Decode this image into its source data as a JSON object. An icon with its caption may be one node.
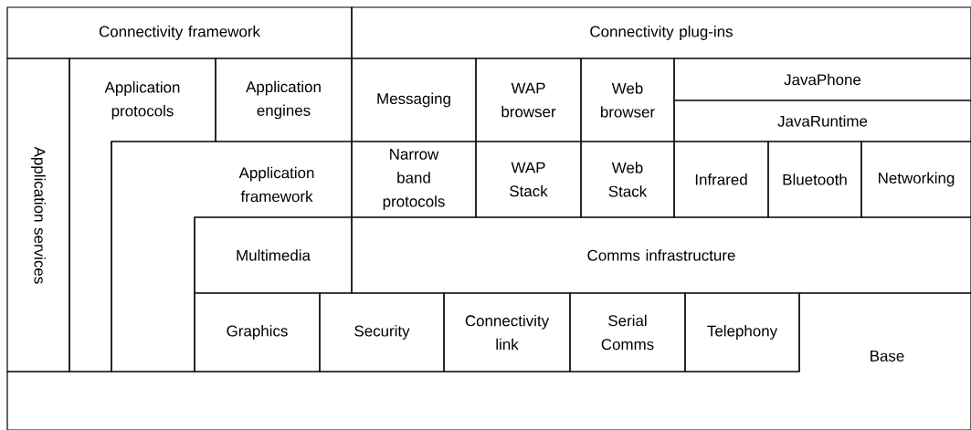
{
  "diagram": {
    "nodes": [
      {
        "text": [
          "Connectivity framework"
        ]
      },
      {
        "text": [
          "Connectivity plug-ins"
        ]
      },
      {
        "text": [
          "Application services"
        ]
      },
      {
        "text": [
          "Application protocols"
        ]
      },
      {
        "text": [
          "Application engines"
        ]
      },
      {
        "text": [
          "Application framework"
        ]
      },
      {
        "text": [
          "Messaging"
        ]
      },
      {
        "text": [
          "WAP browser"
        ]
      },
      {
        "text": [
          "Web browser"
        ]
      },
      {
        "text": [
          "JavaPhone"
        ]
      },
      {
        "text": [
          "JavaRuntime"
        ]
      },
      {
        "text": [
          "Narrow band protocols"
        ]
      },
      {
        "text": [
          "WAP Stack"
        ]
      },
      {
        "text": [
          "Web Stack"
        ]
      },
      {
        "text": [
          "Infrared"
        ]
      },
      {
        "text": [
          "Bluetooth"
        ]
      },
      {
        "text": [
          "Networking"
        ]
      },
      {
        "text": [
          "Multimedia"
        ]
      },
      {
        "text": [
          "Comms infrastructure"
        ]
      },
      {
        "text": [
          "Graphics"
        ]
      },
      {
        "text": [
          "Security"
        ]
      },
      {
        "text": [
          "Connectivity link"
        ]
      },
      {
        "text": [
          "Serial Comms"
        ]
      },
      {
        "text": [
          "Telephony"
        ]
      },
      {
        "text": [
          "Base"
        ]
      }
    ]
  }
}
